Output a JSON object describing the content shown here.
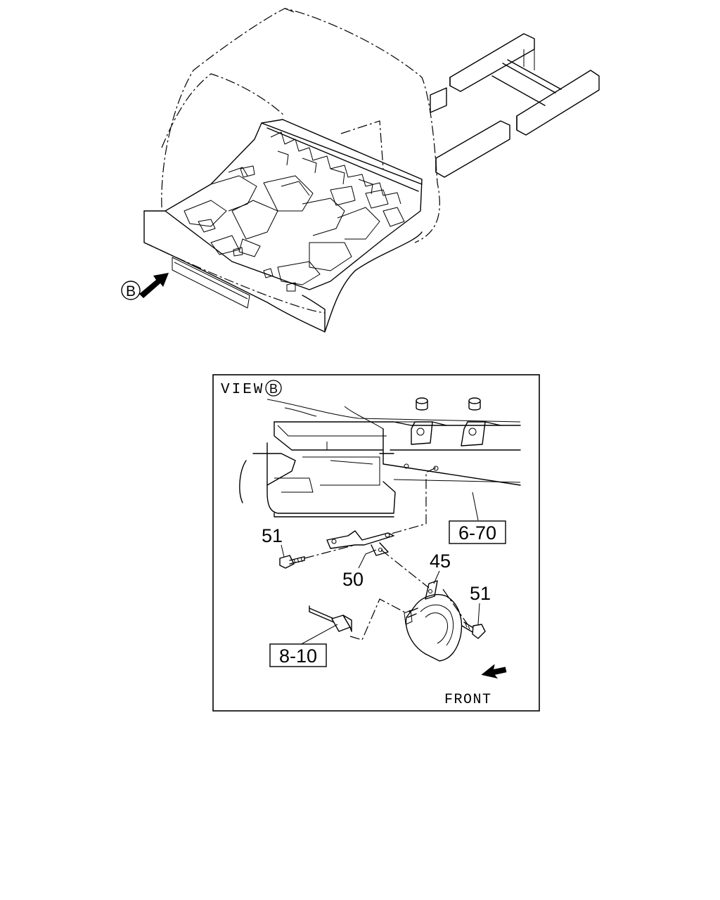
{
  "view_b_marker": "B",
  "view_title": "VIEW",
  "view_title_marker": "B",
  "callouts": {
    "bolt_left": "51",
    "bracket": "50",
    "horn": "45",
    "bolt_right": "51"
  },
  "refs": {
    "frame": "6-70",
    "harness": "8-10"
  },
  "front_label": "FRONT"
}
